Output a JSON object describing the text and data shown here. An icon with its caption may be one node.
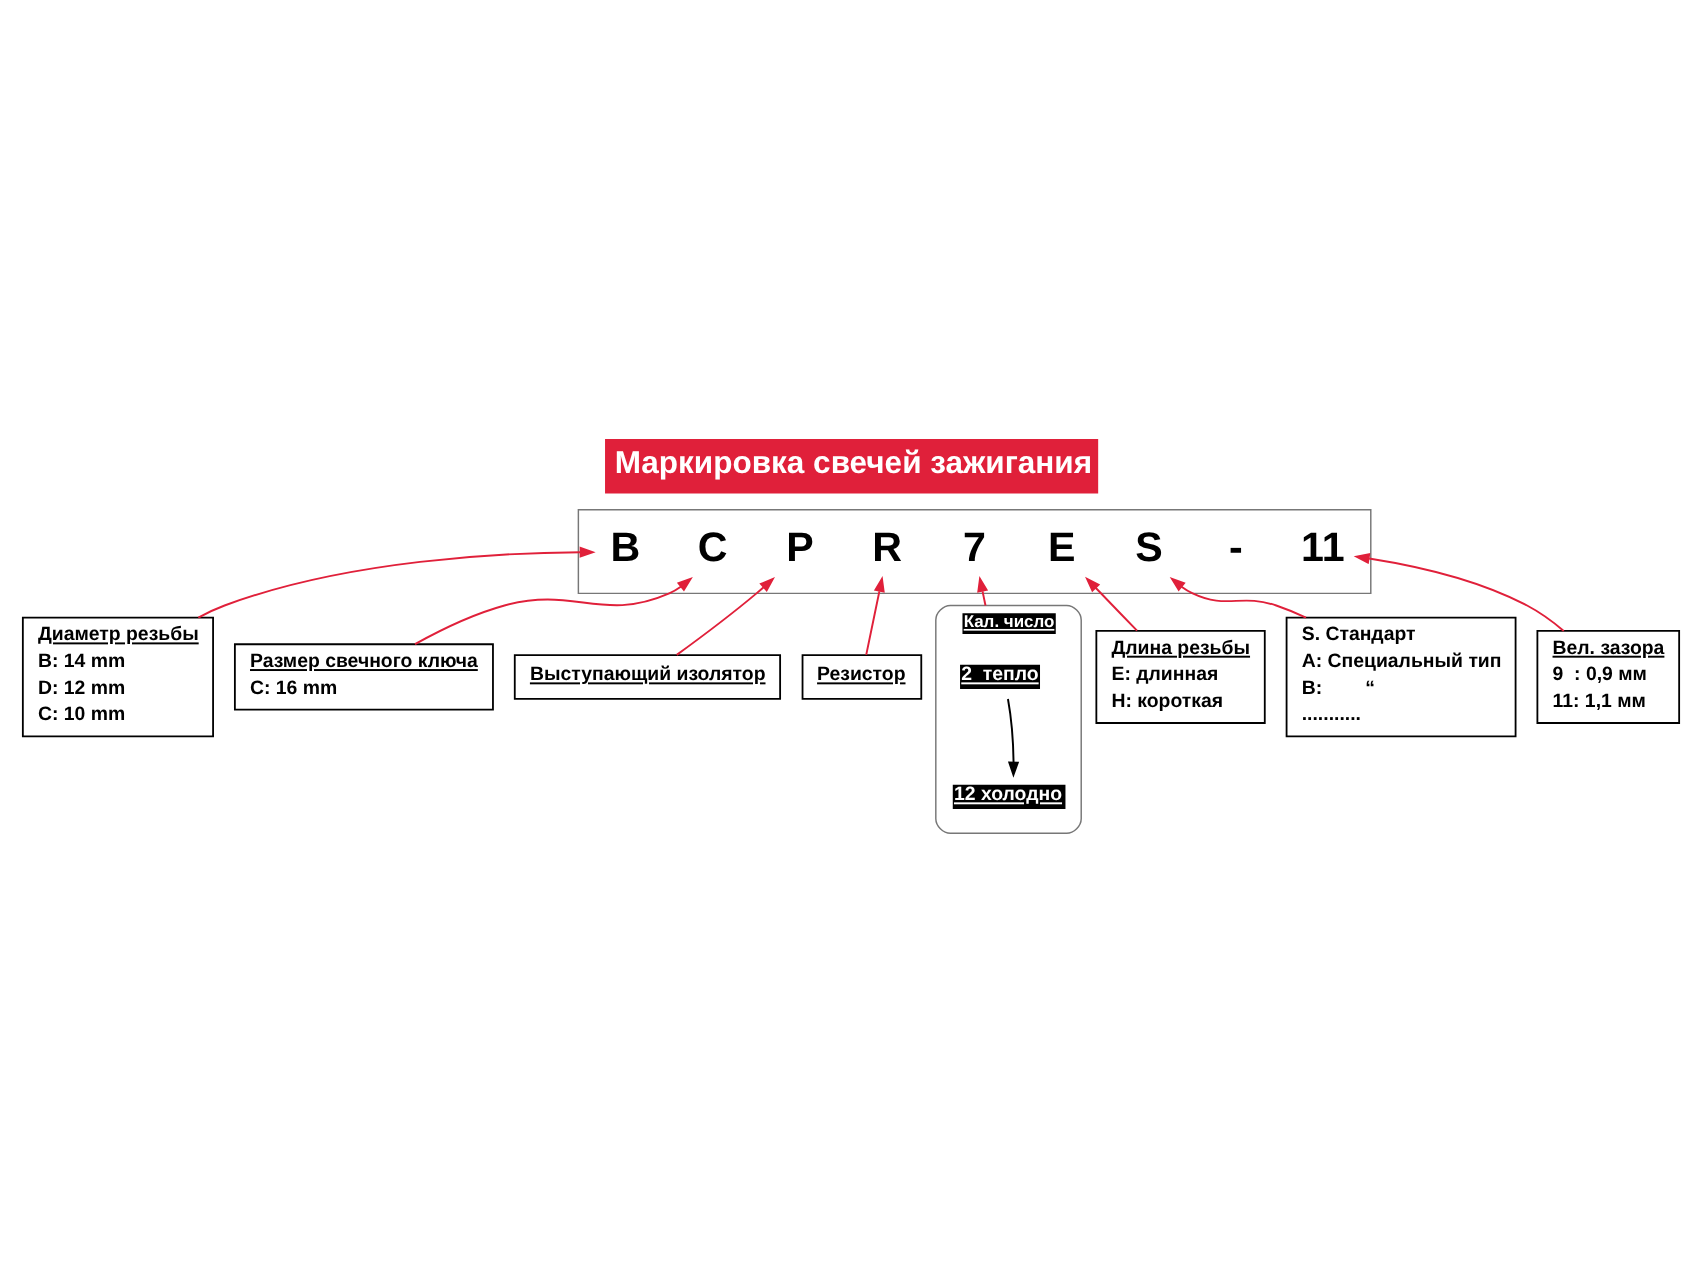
{
  "diagram": {
    "title": "Маркировка свечей зажигания",
    "nodes": [
      {
        "text": [],
        "shape": "box"
      },
      {
        "text": [
          "B"
        ],
        "in": 0
      },
      {
        "text": [
          "C"
        ],
        "in": 0
      },
      {
        "text": [
          "P"
        ],
        "in": 0
      },
      {
        "text": [
          "R"
        ],
        "in": 0
      },
      {
        "text": [
          "7"
        ],
        "in": 0
      },
      {
        "text": [
          "E"
        ],
        "in": 0
      },
      {
        "text": [
          "S"
        ],
        "in": 0
      },
      {
        "text": [
          "-"
        ],
        "in": 0
      },
      {
        "text": [
          "11"
        ],
        "in": 0
      },
      {
        "text": [
          "Диаметр резьбы",
          "B: 14 mm",
          "D: 12 mm",
          "C: 10 mm"
        ]
      },
      {
        "text": [
          "Кал. число"
        ]
      },
      {
        "text": [
          "2  тепло"
        ],
        "in": 11
      },
      {
        "text": [
          "12 холодно"
        ],
        "in": 11
      },
      {
        "text": [
          "Вел. зазора",
          "9  : 0,9 мм",
          "11: 1,1 мм"
        ]
      },
      {
        "text": [
          "Размер свечного ключа",
          "C: 16 mm"
        ]
      },
      {
        "text": [
          "Резистор"
        ]
      },
      {
        "text": [
          "Длина резьбы",
          "E: длинная",
          "H: короткая"
        ]
      },
      {
        "text": [
          "Выступающий изолятор"
        ]
      },
      {
        "text": [
          "S. Стандарт",
          "A: Специальный тип",
          "B:        “",
          "..........."
        ]
      }
    ],
    "edges": [
      {
        "from": 10,
        "to": 1,
        "arrow": "to"
      },
      {
        "from": 15,
        "to": 2,
        "arrow": "to"
      },
      {
        "from": 18,
        "to": 3,
        "arrow": "to"
      },
      {
        "from": 16,
        "to": 4,
        "arrow": "to"
      },
      {
        "from": 11,
        "to": 5,
        "arrow": "to"
      },
      {
        "from": 17,
        "to": 6,
        "arrow": "to"
      },
      {
        "from": 19,
        "to": 7,
        "arrow": "to"
      },
      {
        "from": 14,
        "to": 9,
        "arrow": "to"
      },
      {
        "from": 12,
        "to": 13,
        "arrow": "to",
        "color": "#000000"
      }
    ]
  }
}
